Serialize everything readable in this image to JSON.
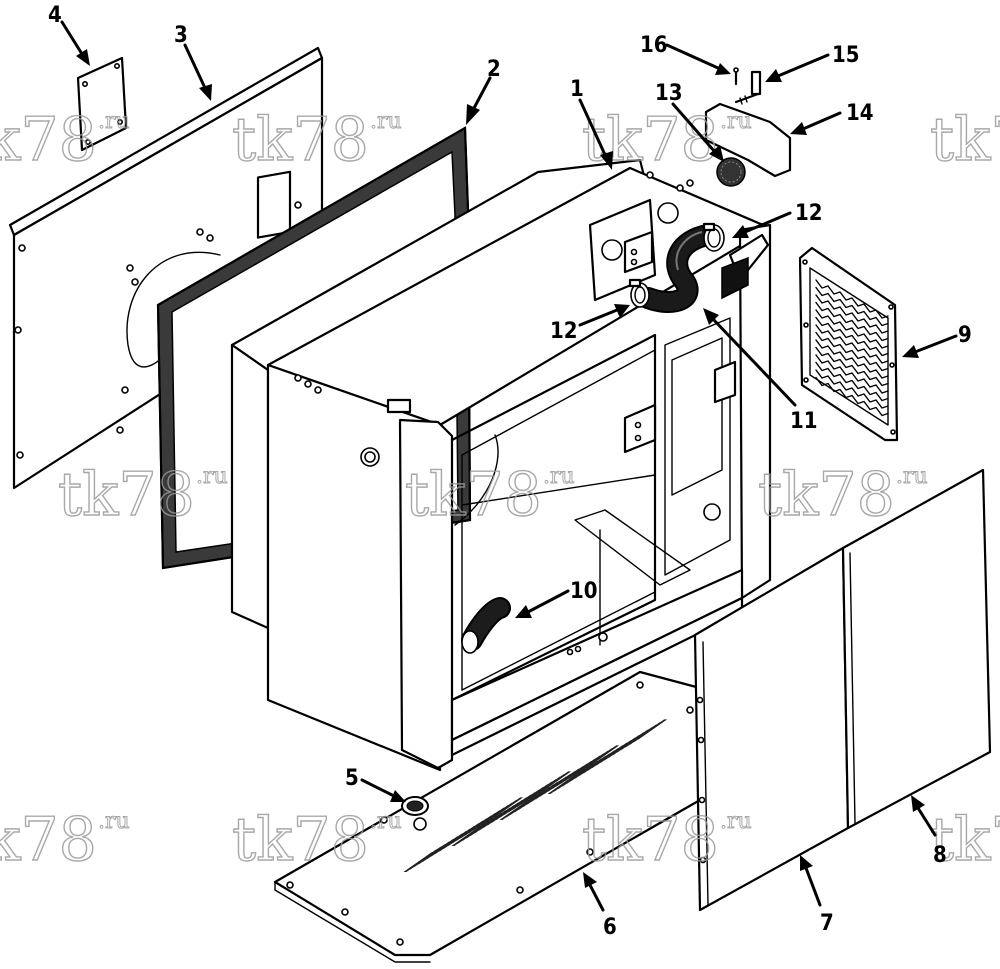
{
  "diagram": {
    "type": "exploded-parts-view",
    "callouts": [
      {
        "id": "c1",
        "label": "1"
      },
      {
        "id": "c2",
        "label": "2"
      },
      {
        "id": "c3",
        "label": "3"
      },
      {
        "id": "c4",
        "label": "4"
      },
      {
        "id": "c5",
        "label": "5"
      },
      {
        "id": "c6",
        "label": "6"
      },
      {
        "id": "c7",
        "label": "7"
      },
      {
        "id": "c8",
        "label": "8"
      },
      {
        "id": "c9",
        "label": "9"
      },
      {
        "id": "c10",
        "label": "10"
      },
      {
        "id": "c11",
        "label": "11"
      },
      {
        "id": "c12a",
        "label": "12"
      },
      {
        "id": "c12b",
        "label": "12"
      },
      {
        "id": "c13",
        "label": "13"
      },
      {
        "id": "c14",
        "label": "14"
      },
      {
        "id": "c15",
        "label": "15"
      },
      {
        "id": "c16",
        "label": "16"
      }
    ]
  },
  "watermark": {
    "main": "tk78",
    "sup": ".ru"
  }
}
